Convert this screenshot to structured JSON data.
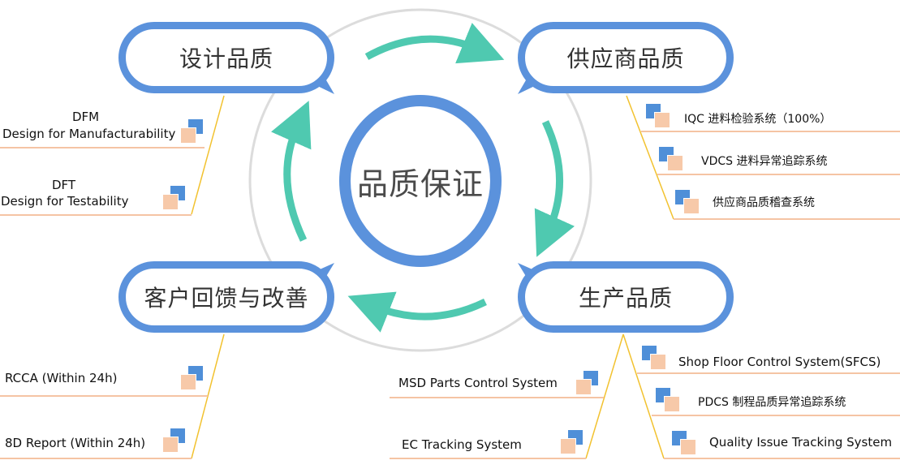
{
  "center_title": "品质保证",
  "nodes": {
    "design": "设计品质",
    "supplier": "供应商品质",
    "production": "生产品质",
    "customer": "客户回馈与改善"
  },
  "design_items": [
    {
      "line1": "DFM",
      "line2": "Design for Manufacturability"
    },
    {
      "line1": "DFT",
      "line2": "Design for Testability"
    }
  ],
  "supplier_items": [
    "IQC 进料检验系统（100%）",
    "VDCS 进料异常追踪系统",
    "供应商品质稽查系统"
  ],
  "production_left_items": [
    "MSD Parts Control System",
    "EC Tracking System"
  ],
  "production_right_items": [
    "Shop Floor Control System(SFCS)",
    "PDCS 制程品质异常追踪系统",
    "Quality Issue Tracking System"
  ],
  "customer_items": [
    "RCCA (Within 24h)",
    "8D Report (Within 24h)"
  ],
  "colors": {
    "node_border": "#5b92dc",
    "arrow": "#4fc9b0",
    "connector": "#f2c230",
    "underline": "#f5c4a4",
    "ring": "#d9d9d9"
  }
}
